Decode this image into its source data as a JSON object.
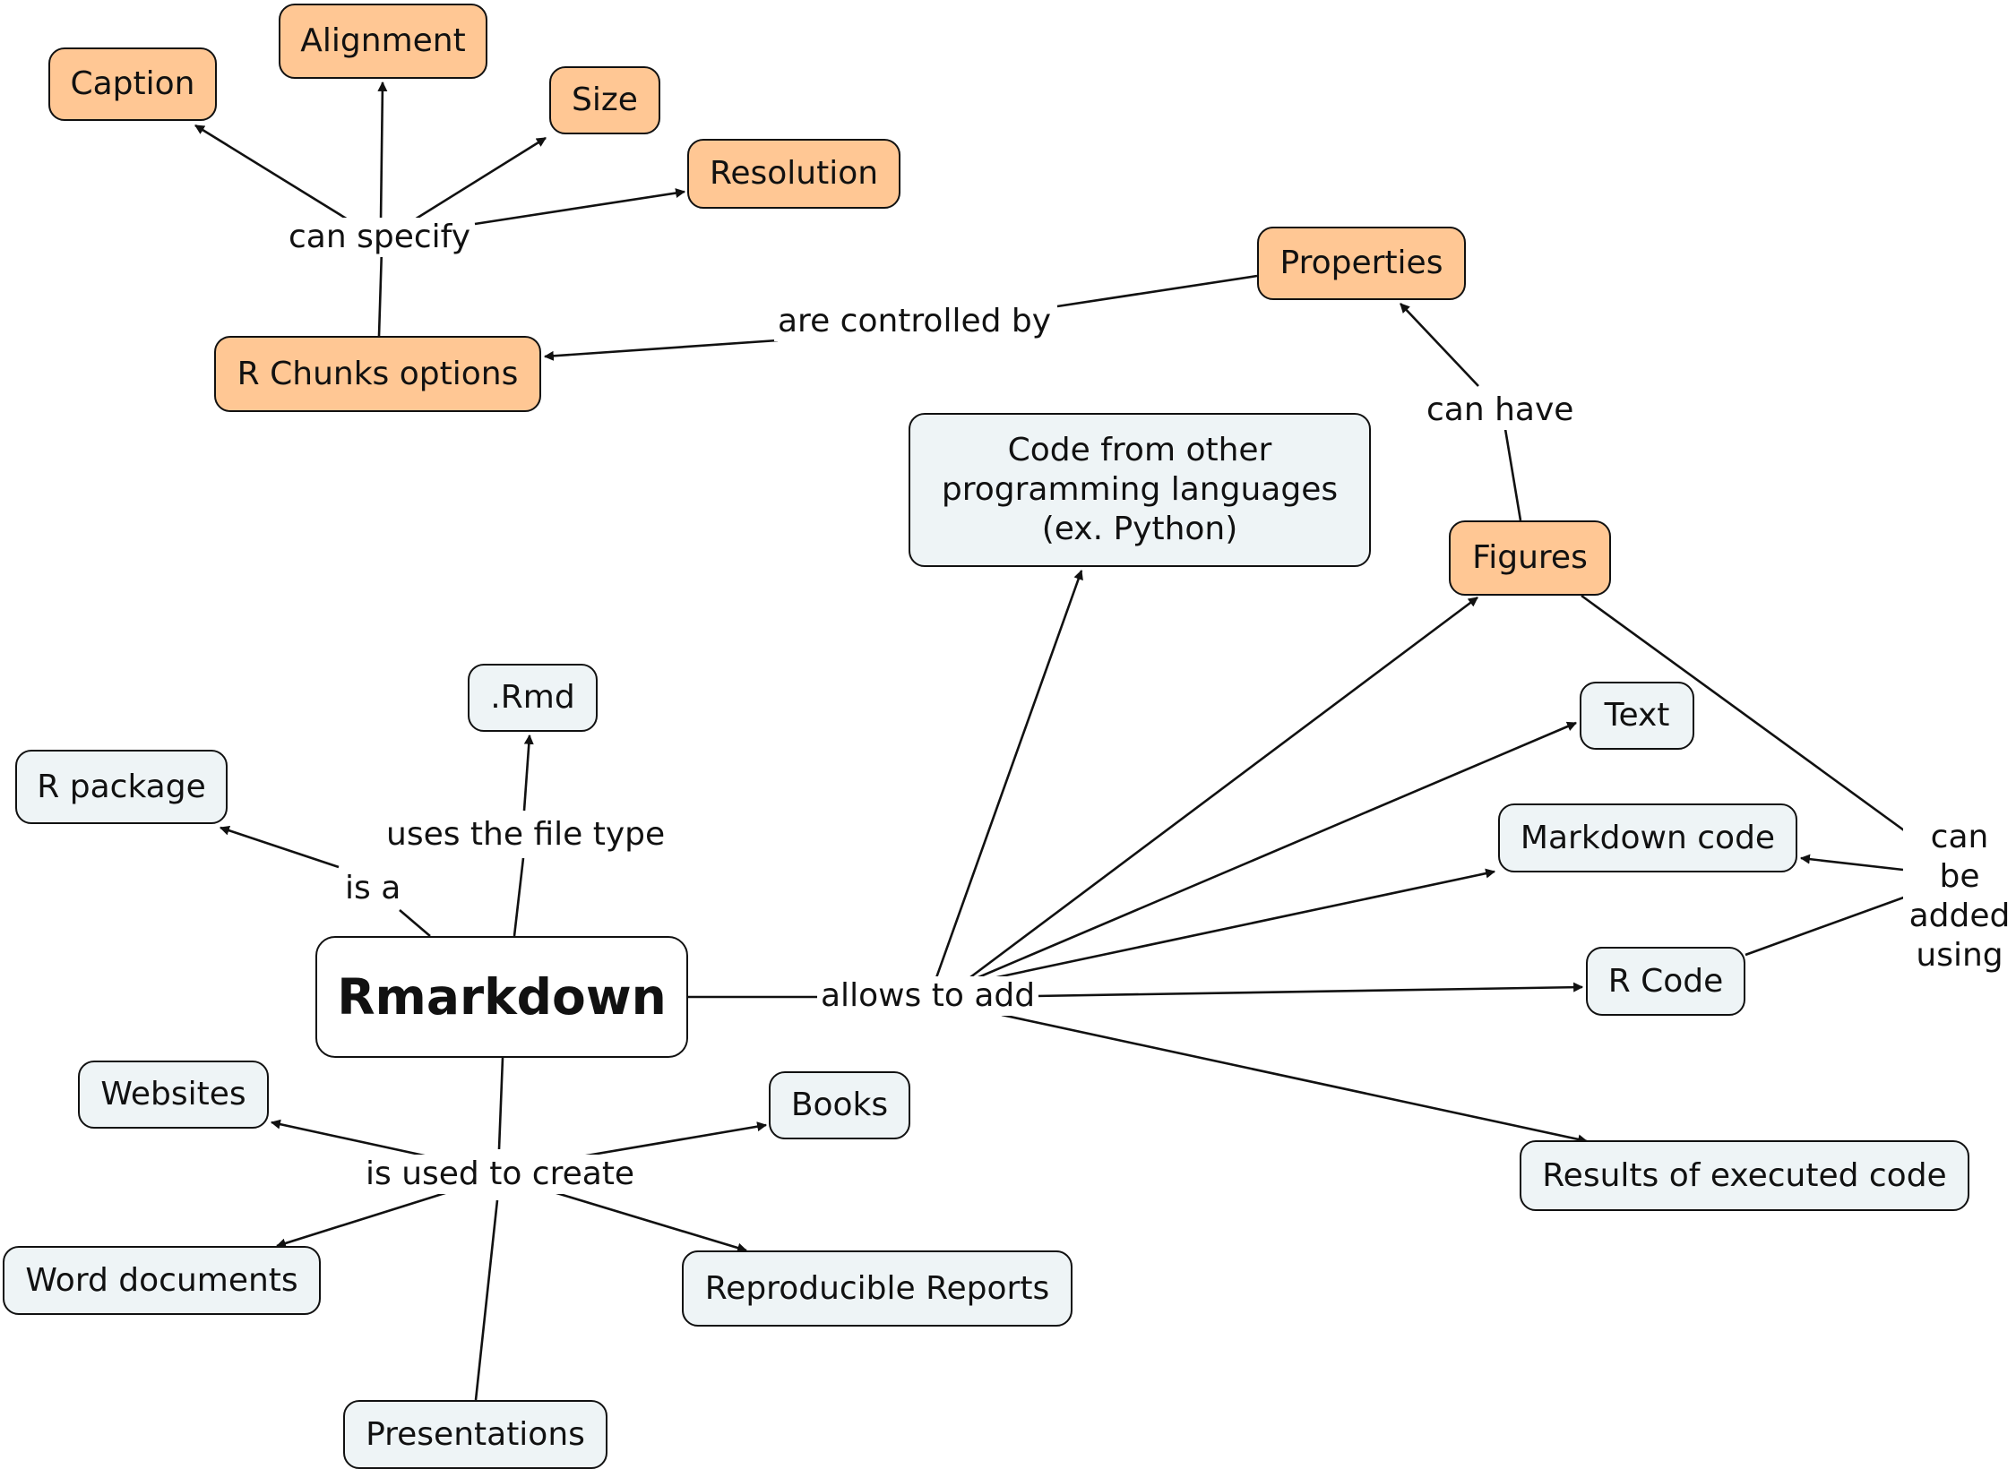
{
  "colors": {
    "blue_node": "#eef4f6",
    "orange_node": "#ffc794",
    "main_node": "#ffffff",
    "stroke": "#111111"
  },
  "nodes": {
    "caption": "Caption",
    "alignment": "Alignment",
    "size": "Size",
    "resolution": "Resolution",
    "properties": "Properties",
    "r_chunks": "R Chunks options",
    "code_other": "Code from other\nprogramming languages\n(ex. Python)",
    "figures": "Figures",
    "rmd": ".Rmd",
    "r_package": "R package",
    "text": "Text",
    "markdown_code": "Markdown code",
    "rmarkdown": "Rmarkdown",
    "r_code": "R Code",
    "websites": "Websites",
    "books": "Books",
    "results": "Results of executed code",
    "word": "Word documents",
    "reports": "Reproducible Reports",
    "presentations": "Presentations"
  },
  "links": {
    "can_specify": "can specify",
    "are_controlled_by": "are controlled by",
    "can_have": "can have",
    "uses_file_type": "uses the file type",
    "is_a": "is a",
    "allows_to_add": "allows to add",
    "can_be_added_using": "can be\nadded\nusing",
    "is_used_to_create": "is used to create"
  }
}
